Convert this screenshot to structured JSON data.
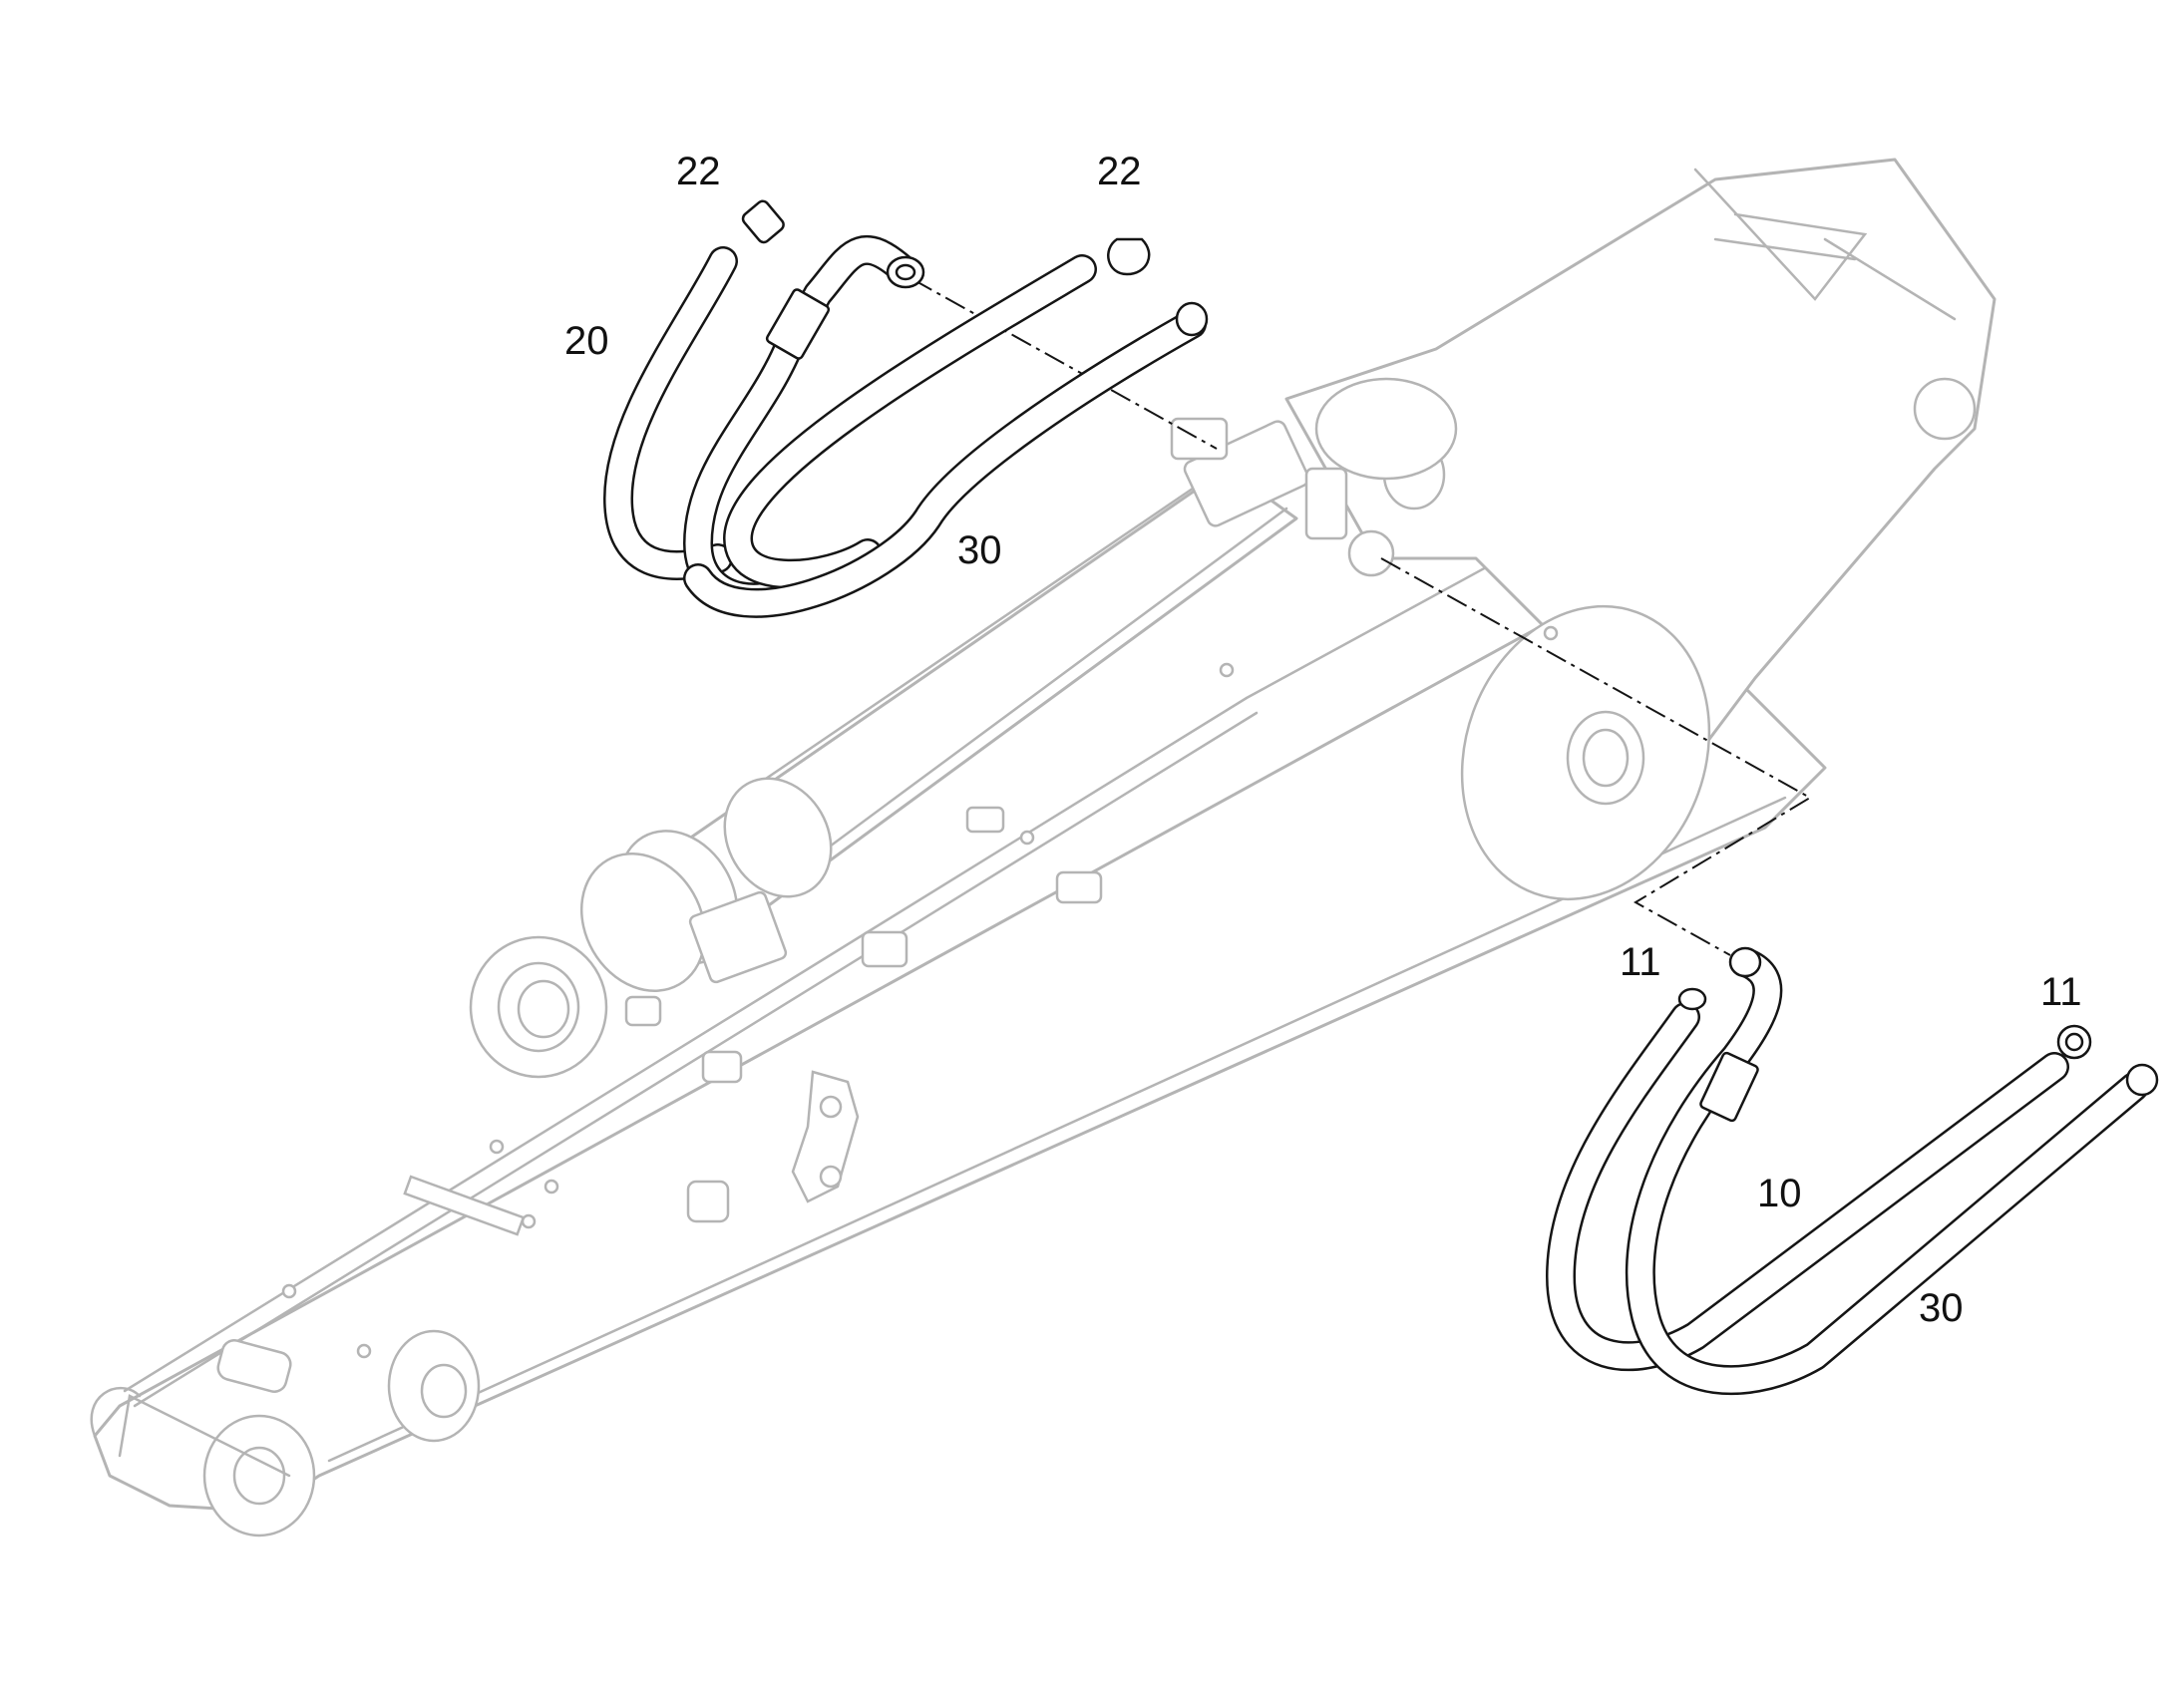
{
  "callouts": {
    "upper_clamp_left": "22",
    "upper_clamp_right": "22",
    "upper_hose_a": "20",
    "upper_hose_b": "30",
    "lower_clamp_left": "11",
    "lower_clamp_right": "11",
    "lower_hose_a": "10",
    "lower_hose_b": "30"
  },
  "colors": {
    "line_art": "#151515",
    "boom_outline": "#b4b4b4",
    "background": "#ffffff"
  }
}
